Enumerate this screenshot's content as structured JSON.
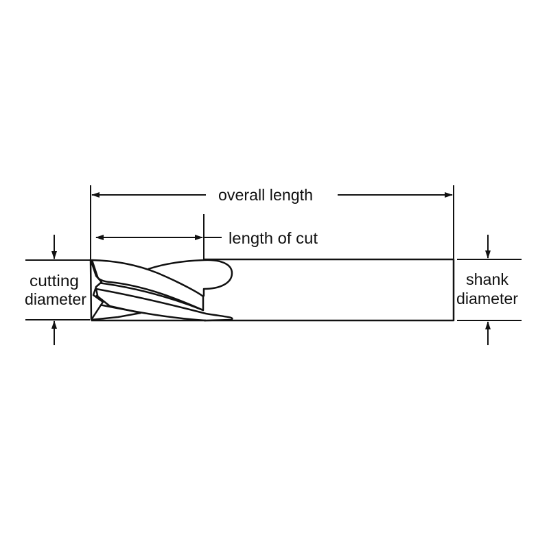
{
  "diagram": {
    "subject": "end mill dimension diagram",
    "stroke_color": "#111111",
    "background": "#ffffff",
    "labels": {
      "overall_length": "overall length",
      "length_of_cut": "length of cut",
      "cutting_diameter_line1": "cutting",
      "cutting_diameter_line2": "diameter",
      "shank_diameter_line1": "shank",
      "shank_diameter_line2": "diameter"
    }
  }
}
